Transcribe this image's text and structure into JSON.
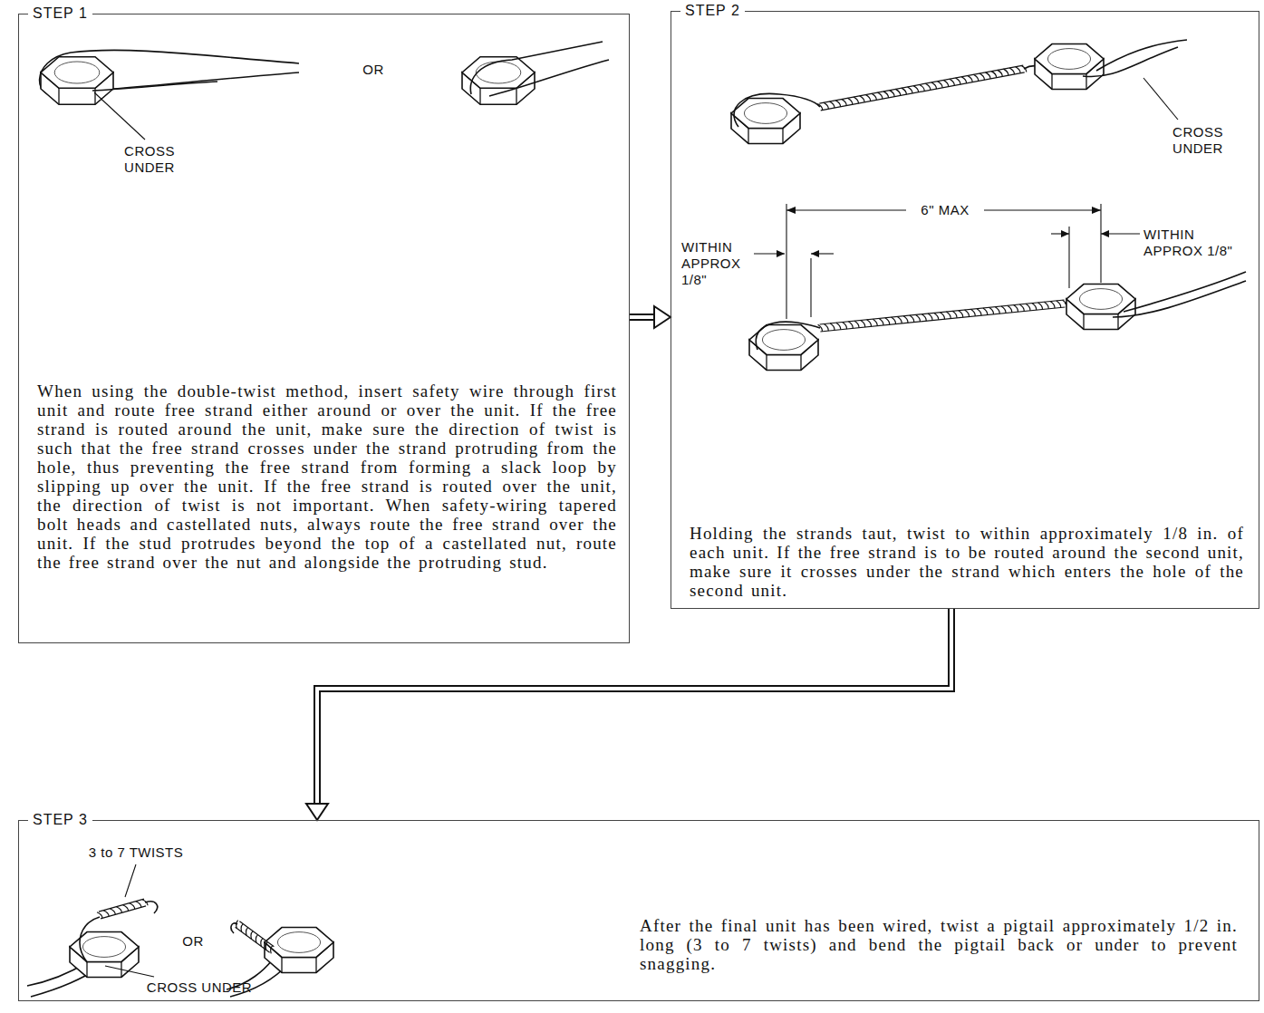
{
  "diagram": {
    "nodes": [
      {
        "text": [
          "STEP 1",
          "When using the double-twist method, insert safety wire through first unit and route free strand either around or over the unit. If the free strand is routed around the unit, make sure the direction of twist is such that the free strand crosses under the strand protruding from the hole, thus preventing the free strand from forming a slack loop by slipping up over the unit. If the free strand is routed over the unit, the direction of twist is not important. When safety-wiring tapered bolt heads and castellated nuts, always route the free strand over the unit. If the stud protrudes beyond the top of a castellated nut, route the free strand over the nut and alongside the protruding stud."
        ]
      },
      {
        "text": [
          "STEP 2",
          "Holding the strands taut, twist to within approximately 1/8 in. of each unit. If the free strand is to be routed around the second unit, make sure it crosses under the strand which enters the hole of the second unit."
        ]
      },
      {
        "text": [
          "STEP 3",
          "After the final unit has been wired, twist a pigtail approximately 1/2 in. long (3 to 7 twists) and bend the pigtail back or under to prevent snagging."
        ]
      }
    ],
    "edges": [
      {
        "from": 0,
        "to": 1,
        "arrow": "to"
      },
      {
        "from": 1,
        "to": 2,
        "arrow": "to"
      }
    ],
    "labels": [
      "CROSS UNDER",
      "OR",
      "CROSS UNDER",
      "6\" MAX",
      "WITHIN APPROX 1/8\"",
      "WITHIN APPROX 1/8\"",
      "3 to 7 TWISTS",
      "OR",
      "CROSS UNDER"
    ]
  }
}
